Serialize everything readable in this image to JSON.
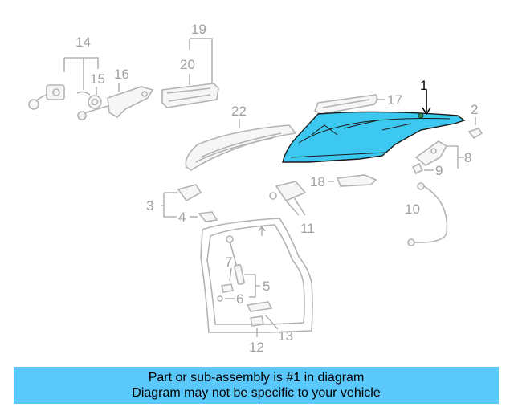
{
  "diagram": {
    "highlight_color": "#3cc8f0",
    "highlighted_part": "1",
    "callouts": [
      "1",
      "2",
      "3",
      "4",
      "5",
      "6",
      "7",
      "8",
      "9",
      "10",
      "11",
      "12",
      "13",
      "14",
      "15",
      "16",
      "17",
      "18",
      "19",
      "20",
      "22"
    ]
  },
  "caption": {
    "line1": "Part or sub-assembly is #1 in diagram",
    "line2": "Diagram may not be specific to your vehicle",
    "background": "#5ac8fa"
  }
}
